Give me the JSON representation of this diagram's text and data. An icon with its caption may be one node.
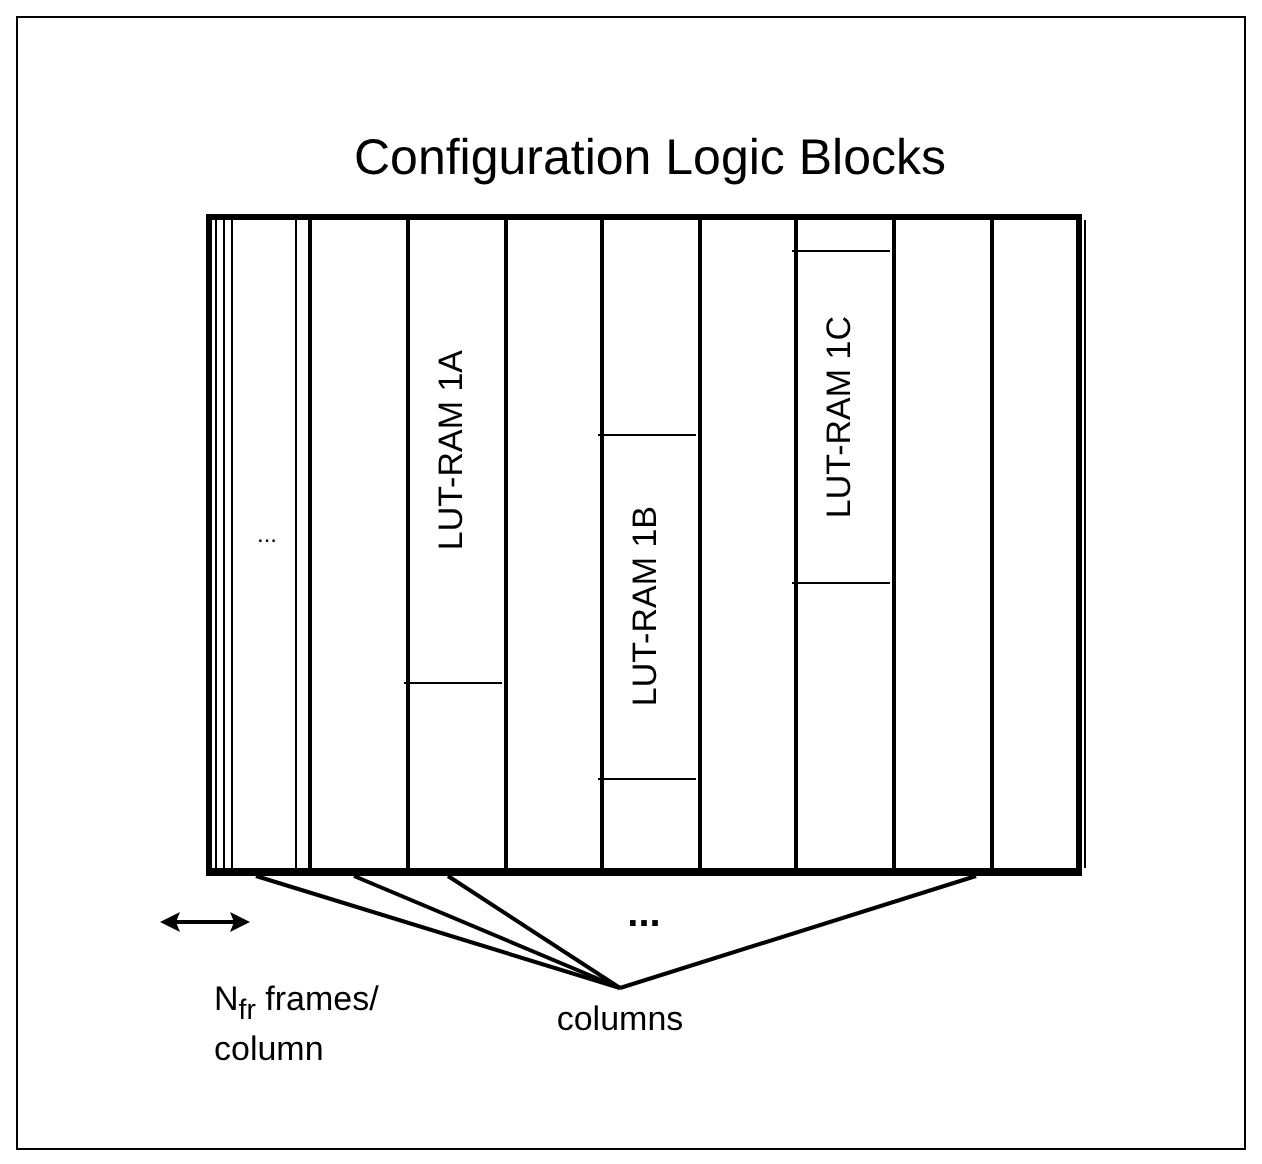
{
  "diagram": {
    "nodes": [
      {
        "text": [
          "Configuration Logic Blocks"
        ]
      },
      {
        "text": [
          "..."
        ],
        "in": 0
      },
      {
        "text": [],
        "shape": "box",
        "in": 0
      },
      {
        "text": [],
        "shape": "box",
        "in": 0
      },
      {
        "text": [
          "LUT-RAM 1A"
        ],
        "in": 3
      },
      {
        "text": [],
        "shape": "box",
        "in": 0
      },
      {
        "text": [],
        "shape": "box",
        "in": 0
      },
      {
        "text": [
          "LUT-RAM 1B"
        ],
        "in": 6
      },
      {
        "text": [],
        "shape": "box",
        "in": 0
      },
      {
        "text": [],
        "shape": "box",
        "in": 0
      },
      {
        "text": [
          "LUT-RAM 1C"
        ],
        "in": 9
      },
      {
        "text": [],
        "shape": "box",
        "in": 0
      },
      {
        "text": [],
        "shape": "box",
        "in": 0
      },
      {
        "text": [
          "columns"
        ]
      }
    ],
    "edges": [
      {
        "from": 13,
        "to": 1,
        "arrow": "none"
      },
      {
        "from": 13,
        "to": 2,
        "arrow": "none"
      },
      {
        "from": 13,
        "to": 3,
        "arrow": "none"
      },
      {
        "from": 13,
        "to": 11,
        "arrow": "none"
      }
    ],
    "labels": [
      "...",
      "N$_{fr}$ frames/ column"
    ]
  }
}
